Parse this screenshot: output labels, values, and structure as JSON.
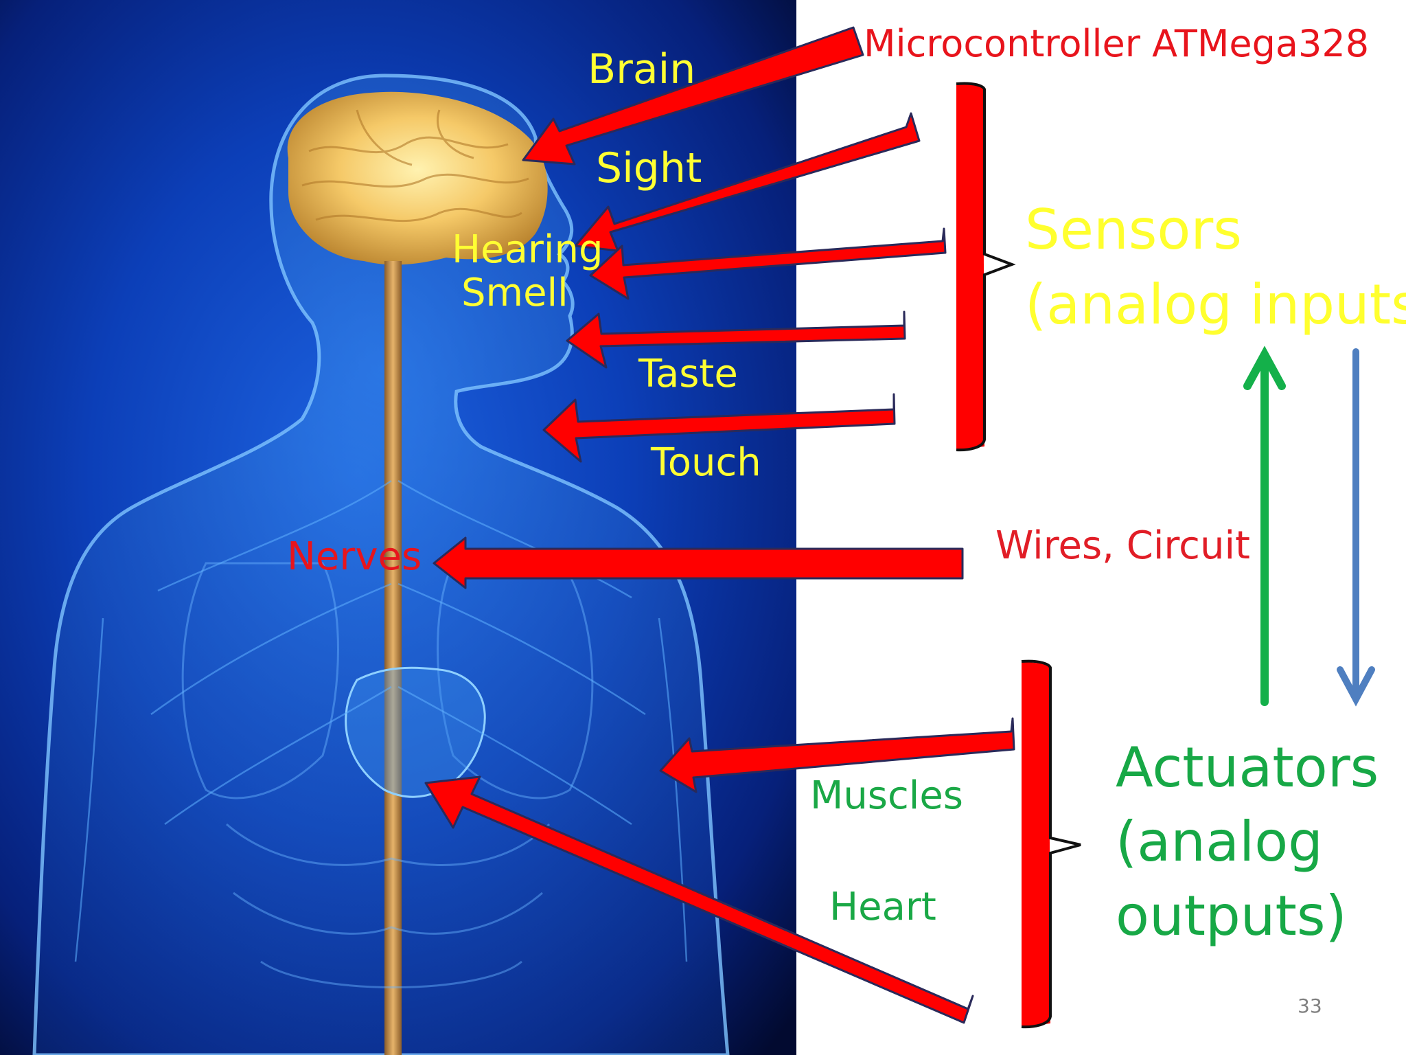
{
  "slide": {
    "title": "Microcontroller ATMega328",
    "body_labels": {
      "brain": "Brain",
      "sight": "Sight",
      "hearing": "Hearing",
      "smell": "Smell",
      "taste": "Taste",
      "touch": "Touch",
      "nerves": "Nerves",
      "muscles": "Muscles",
      "heart": "Heart"
    },
    "sensors": {
      "line1": "Sensors",
      "line2": "(analog inputs)"
    },
    "wires": "Wires, Circuit",
    "actuators": {
      "line1": "Actuators",
      "line2": "(analog",
      "line3": "outputs)"
    },
    "page_number": "33"
  },
  "colors": {
    "arrow_red": "#ff0000",
    "arrow_outline": "#2a2a5a",
    "up_arrow_green": "#14b04a",
    "down_arrow_blue": "#4f7fc0",
    "title_red": "#e8141c",
    "sensor_yellow": "#ffff2e",
    "actuator_green": "#17a846",
    "background_dark_blue": "#0a2d8c"
  }
}
